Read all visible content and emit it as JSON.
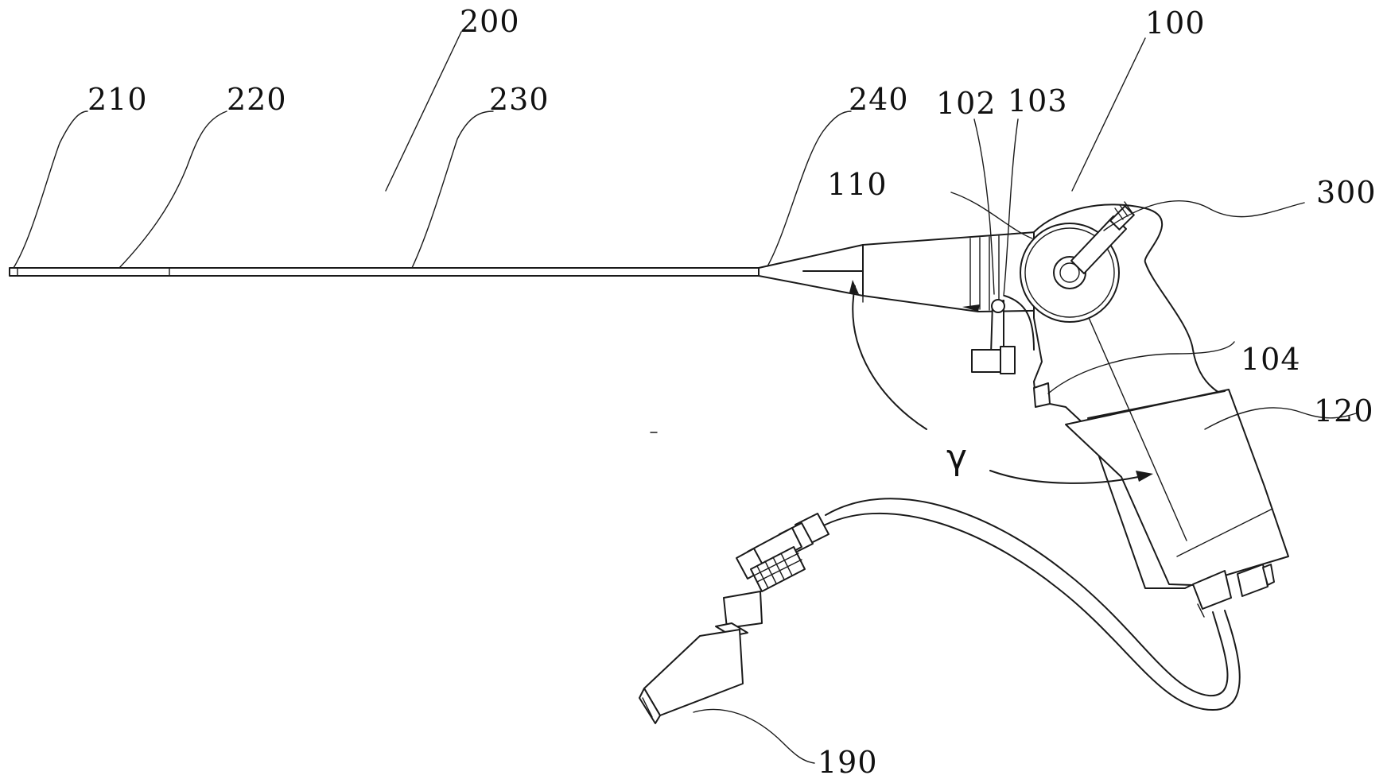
{
  "figure": {
    "title": "",
    "labels": {
      "l200": "200",
      "l100": "100",
      "l210": "210",
      "l220": "220",
      "l230": "230",
      "l240": "240",
      "l102": "102",
      "l103": "103",
      "l110": "110",
      "l300": "300",
      "l104": "104",
      "l120": "120",
      "l190": "190",
      "gamma": "γ"
    }
  }
}
